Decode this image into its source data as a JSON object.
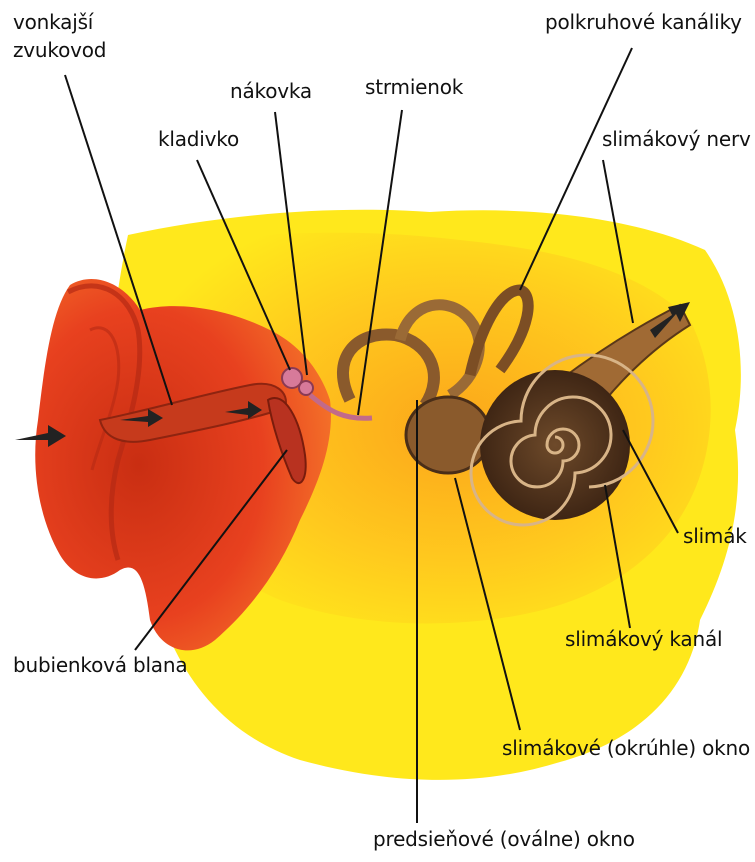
{
  "colors": {
    "background": "#ffffff",
    "wash_yellow": "#ffe81c",
    "wash_orange": "#fb9a1a",
    "ear_red": "#e8411f",
    "ear_dark": "#b52a14",
    "bone": "#8a5a2c",
    "cochlea": "#4a2e18",
    "ossicle_pink": "#d77a9a",
    "leader_line": "#111111",
    "label_text": "#111111"
  },
  "labels": {
    "vonkajsi_line1": "vonkajší",
    "vonkajsi_line2": "zvukovod",
    "nakovka": "nákovka",
    "strmienok": "strmienok",
    "polkruhove": "polkruhové kanáliky",
    "kladivko": "kladivko",
    "slimakovy_nerv": "slimákový nerv",
    "slimak": "slimák",
    "slimakovy_kanal": "slimákový kanál",
    "bubienkova": "bubienková blana",
    "okruhle": "slimákové (okrúhle) okno",
    "ovalne": "predsieňové (oválne) okno"
  },
  "icons": {
    "sound_arrows": "arrow-right-icon",
    "nerve_arrow": "arrow-up-right-icon"
  }
}
